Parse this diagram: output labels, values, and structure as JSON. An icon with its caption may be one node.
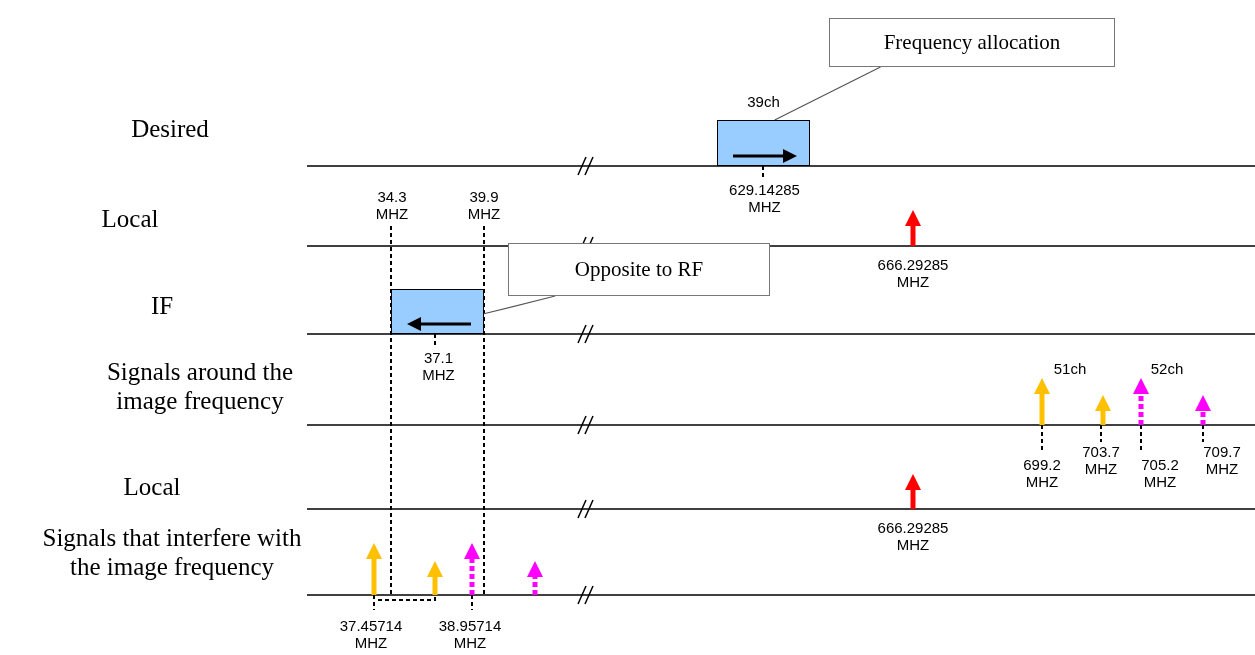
{
  "diagram": {
    "nodes": [
      {
        "text": [
          "Frequency allocation"
        ]
      },
      {
        "text": [
          "39ch"
        ],
        "beside": [
          "629.14285 MHZ"
        ]
      },
      {
        "text": [
          "Opposite to RF"
        ]
      },
      {
        "text": [],
        "shape": "box",
        "beside": [
          "37.1 MHZ"
        ]
      }
    ],
    "edges": [
      {
        "from": 0,
        "to": 1,
        "arrow": "none"
      },
      {
        "from": 2,
        "to": 3,
        "arrow": "none"
      }
    ],
    "labels": [
      "Desired",
      "34.3 MHZ",
      "39.9 MHZ",
      "Local",
      "666.29285 MHZ",
      "IF",
      "Signals around the image frequency",
      "51ch",
      "52ch",
      "699.2 MHZ",
      "703.7 MHZ",
      "705.2 MHZ",
      "709.7 MHZ",
      "Local",
      "666.29285 MHZ",
      "Signals that interfere with the image frequency",
      "37.45714 MHZ",
      "38.95714 MHZ"
    ]
  }
}
